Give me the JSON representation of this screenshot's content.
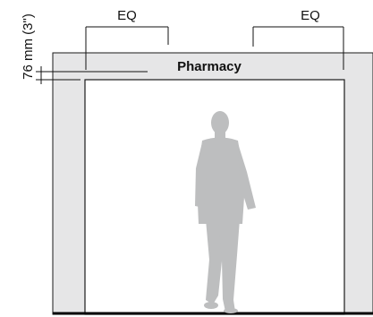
{
  "dimensions": {
    "left_eq_label": "EQ",
    "right_eq_label": "EQ",
    "sign_offset_label": "76 mm (3\")"
  },
  "sign": {
    "text": "Pharmacy"
  },
  "colors": {
    "wall": "#e6e6e7",
    "wall_outline": "#1a1a1a",
    "opening": "#ffffff",
    "figure": "#bdbebf",
    "dimension_line": "#111111",
    "floor": "#000000"
  }
}
